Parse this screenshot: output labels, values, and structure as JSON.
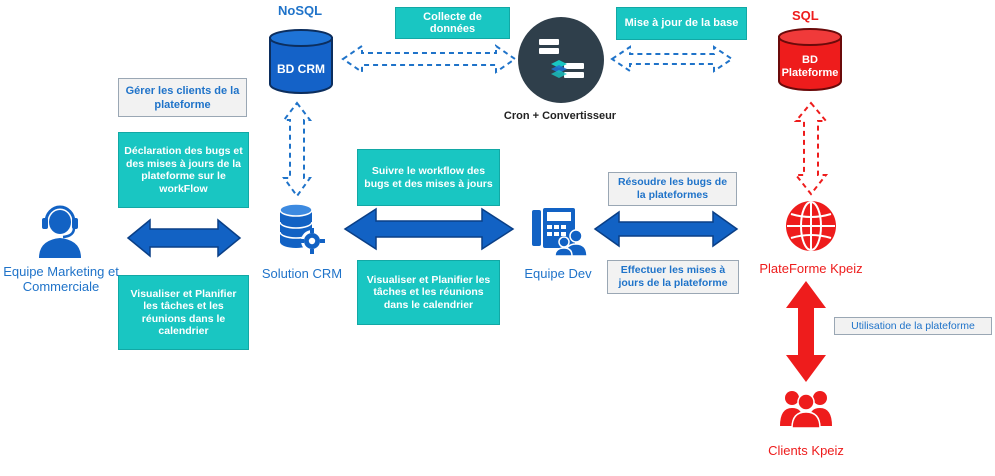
{
  "nosql_label": "NoSQL",
  "sql_label": "SQL",
  "db_crm_label": "BD CRM",
  "db_plateforme_label": "BD Plateforme",
  "cron_label": "Cron + Convertisseur",
  "collecte_label": "Collecte de données",
  "mise_a_jour_label": "Mise à jour de la base",
  "gerer_clients_label": "Gérer les clients de la plateforme",
  "declaration_bugs_label": "Déclaration des bugs et des mises à jours de la plateforme sur le workFlow",
  "visualiser_left_label": "Visualiser et Planifier les tâches et les réunions dans le calendrier",
  "suivre_workflow_label": "Suivre le workflow des bugs et des mises à jours",
  "visualiser_mid_label": "Visualiser et Planifier les tâches et les réunions dans le calendrier",
  "resoudre_bugs_label": "Résoudre les bugs de la plateformes",
  "effectuer_mises_label": "Effectuer les mises à jours de la plateforme",
  "utilisation_label": "Utilisation de la plateforme",
  "equipe_marketing_label": "Equipe Marketing et Commerciale",
  "solution_crm_label": "Solution CRM",
  "equipe_dev_label": "Equipe Dev",
  "plateforme_label": "PlateForme Kpeiz",
  "clients_label": "Clients Kpeiz",
  "icons": {
    "marketing": "headset-agent-icon",
    "crm": "database-gear-icon",
    "cron": "server-stack-icon",
    "dev": "phone-team-icon",
    "plateforme": "globe-icon",
    "clients": "users-group-icon"
  },
  "colors": {
    "blue": "#1f73c9",
    "red": "#ee1c1c",
    "teal": "#19c6c2",
    "dark": "#2f3f4b"
  }
}
